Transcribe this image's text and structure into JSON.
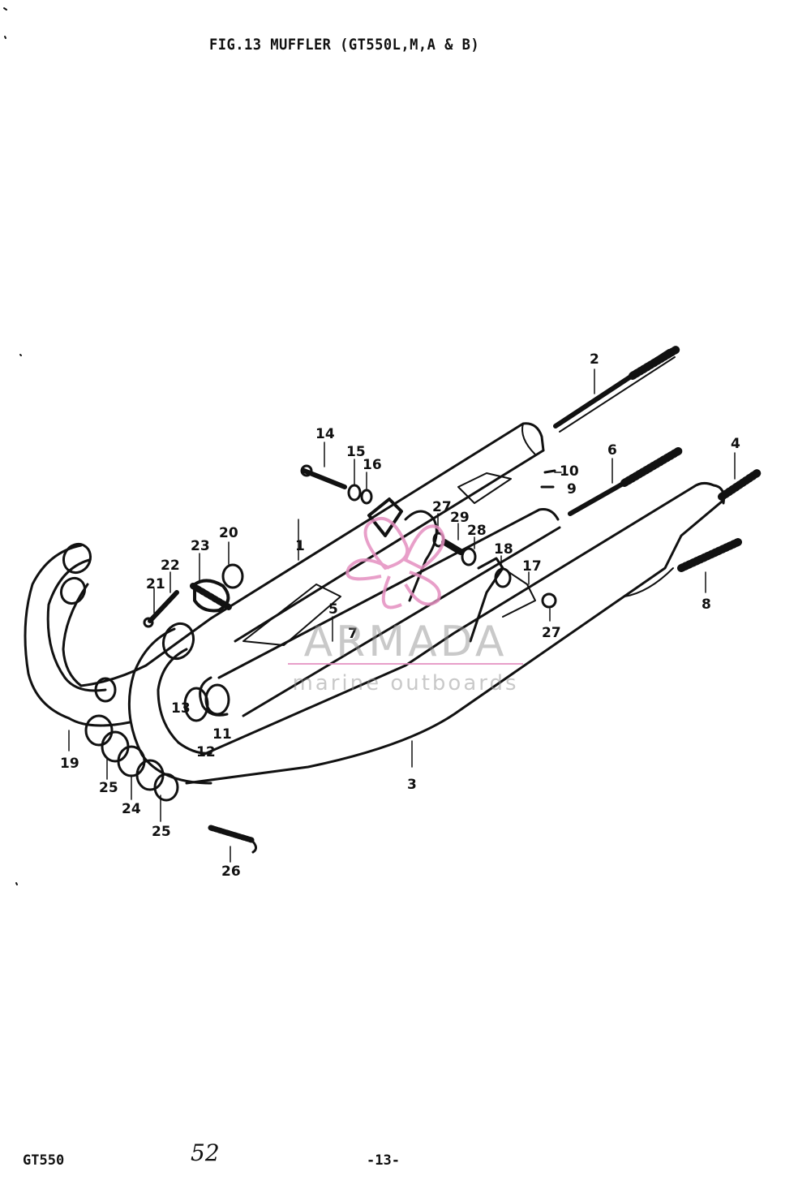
{
  "title": "FIG.13 MUFFLER (GT550L,M,A & B)",
  "footer": {
    "model": "GT550",
    "handwritten": "52",
    "page": "-13-"
  },
  "watermark": {
    "brand": "ARMADA",
    "tagline": "marine outboards",
    "color": "#e58fc0"
  },
  "callouts": {
    "c1": "1",
    "c2": "2",
    "c3": "3",
    "c4": "4",
    "c5": "5",
    "c6": "6",
    "c7": "7",
    "c8": "8",
    "c9": "9",
    "c10": "10",
    "c11": "11",
    "c12": "12",
    "c13": "13",
    "c14": "14",
    "c15": "15",
    "c16": "16",
    "c17": "17",
    "c18": "18",
    "c19": "19",
    "c20": "20",
    "c21": "21",
    "c22": "22",
    "c23": "23",
    "c24": "24",
    "c25a": "25",
    "c25b": "25",
    "c26": "26",
    "c27a": "27",
    "c27b": "27",
    "c28": "28",
    "c29": "29"
  }
}
